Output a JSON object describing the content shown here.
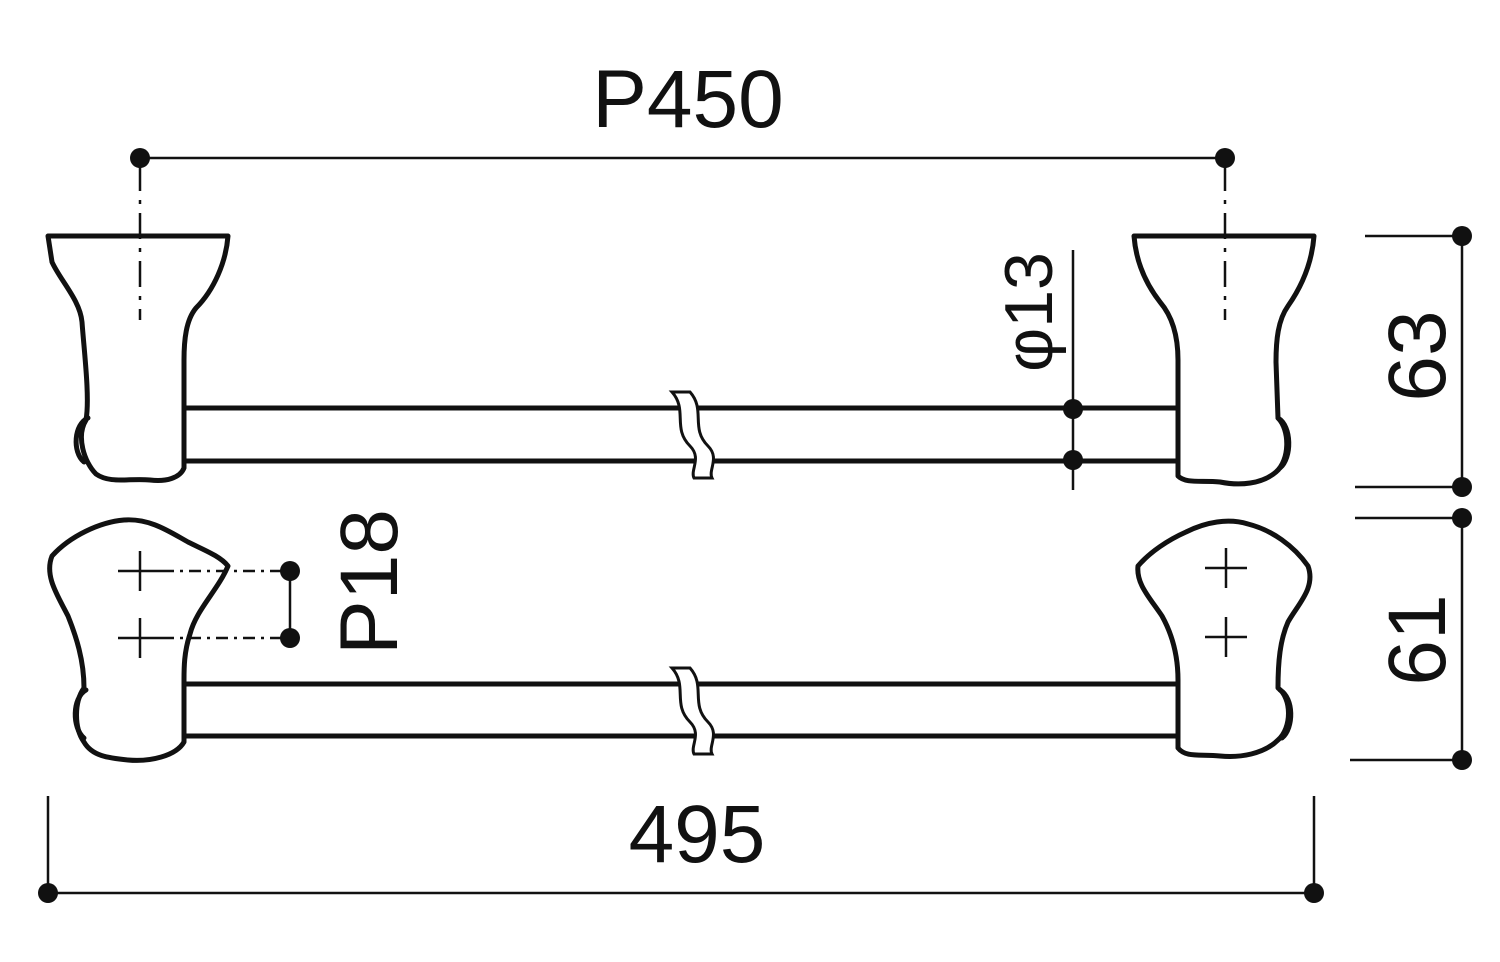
{
  "dimensions": {
    "pitch": "P450",
    "overall_length": "495",
    "side_height": "63",
    "top_depth": "61",
    "bar_diameter": "φ13",
    "screw_pitch": "P18"
  },
  "colors": {
    "line": "#111111",
    "background": "#ffffff"
  }
}
